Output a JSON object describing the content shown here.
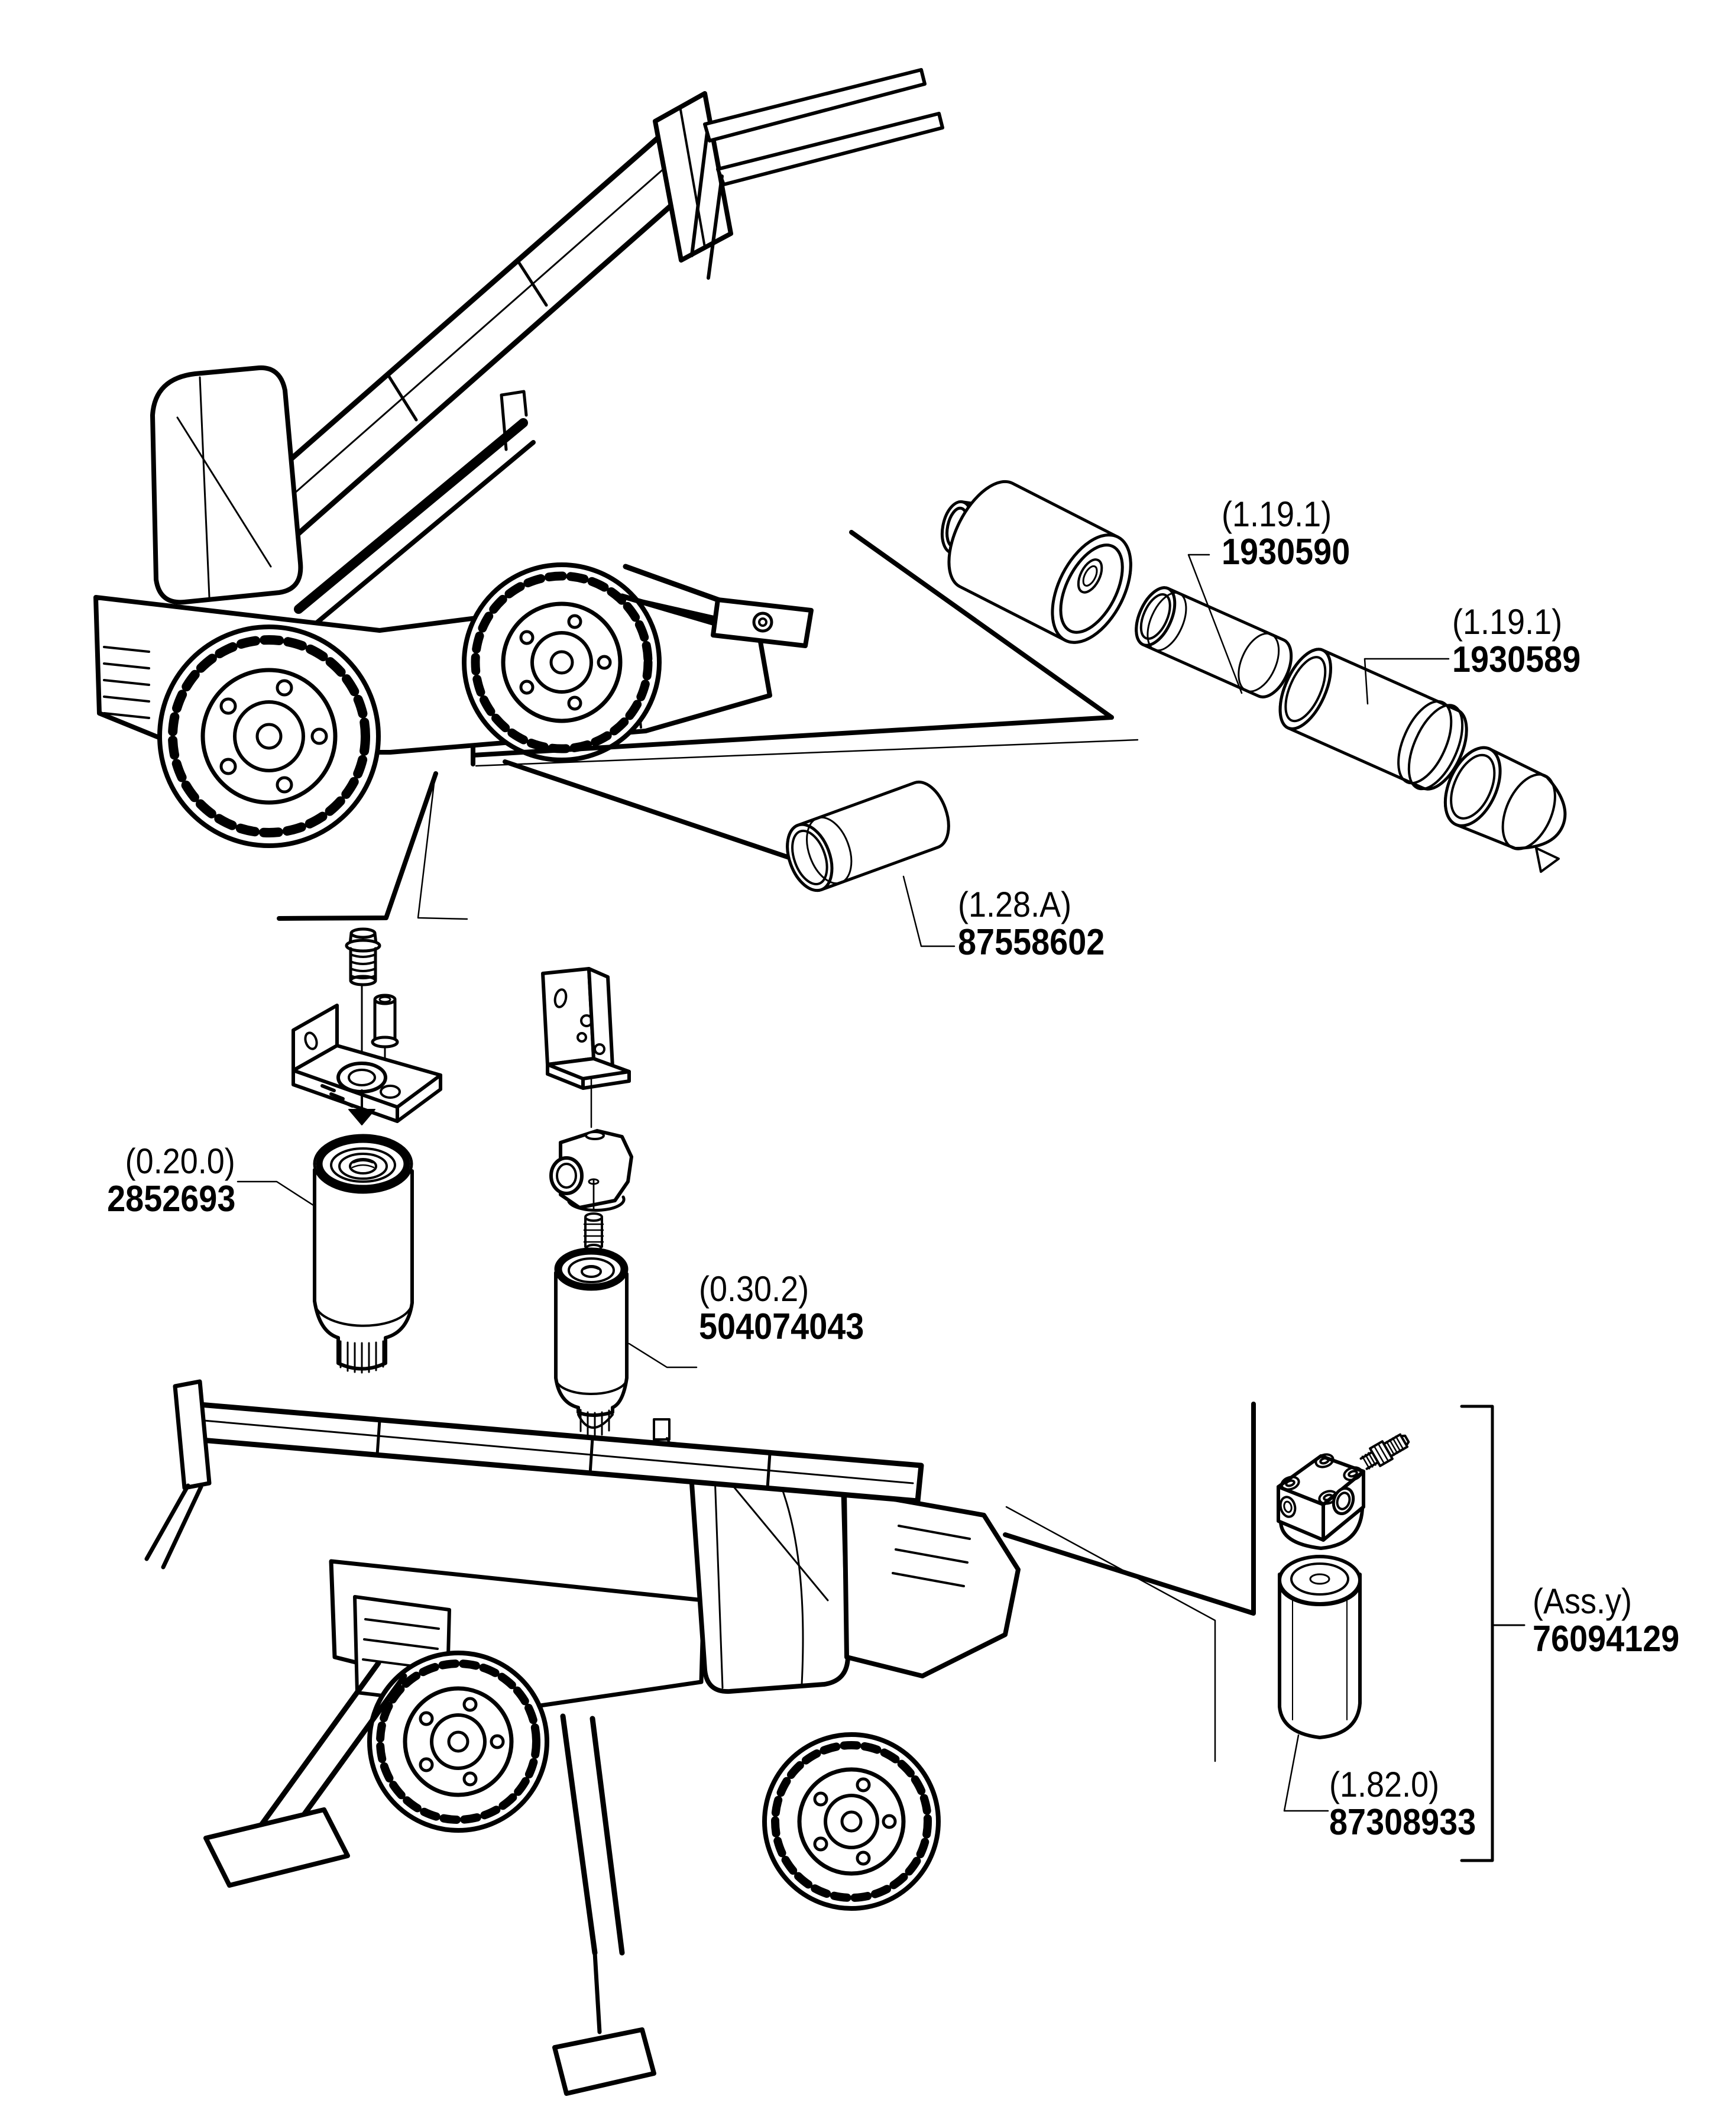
{
  "page": {
    "background_color": "#ffffff",
    "ink_color": "#000000",
    "kind": "parts-catalog-exploded-diagram"
  },
  "figures": {
    "vehicle_top": "telehandler-boom-raised-drawing",
    "vehicle_bottom": "telehandler-boom-lowered-drawing",
    "part_drawings": [
      "air-cleaner-housing",
      "air-filter-inner-cartridge",
      "air-filter-outer-cartridge",
      "air-cleaner-end-cover",
      "intake-sleeve",
      "fuel-filter-bracket-with-spring-and-bolt",
      "fuel-filter-cartridge",
      "oil-filter-bracket",
      "oil-filter-head",
      "oil-filter-cartridge",
      "hydraulic-filter-head",
      "hydraulic-filter-fitting",
      "hydraulic-filter-cartridge"
    ]
  },
  "labels": {
    "air_inner": {
      "ref": "(1.19.1)",
      "number": "1930590"
    },
    "air_outer": {
      "ref": "(1.19.1)",
      "number": "1930589"
    },
    "sleeve": {
      "ref": "(1.28.A)",
      "number": "87558602"
    },
    "fuel_filter": {
      "ref": "(0.20.0)",
      "number": "2852693"
    },
    "oil_filter": {
      "ref": "(0.30.2)",
      "number": "504074043"
    },
    "hyd_assembly": {
      "ref": "(Ass.y)",
      "number": "76094129"
    },
    "hyd_cartridge": {
      "ref": "(1.82.0)",
      "number": "87308933"
    }
  }
}
